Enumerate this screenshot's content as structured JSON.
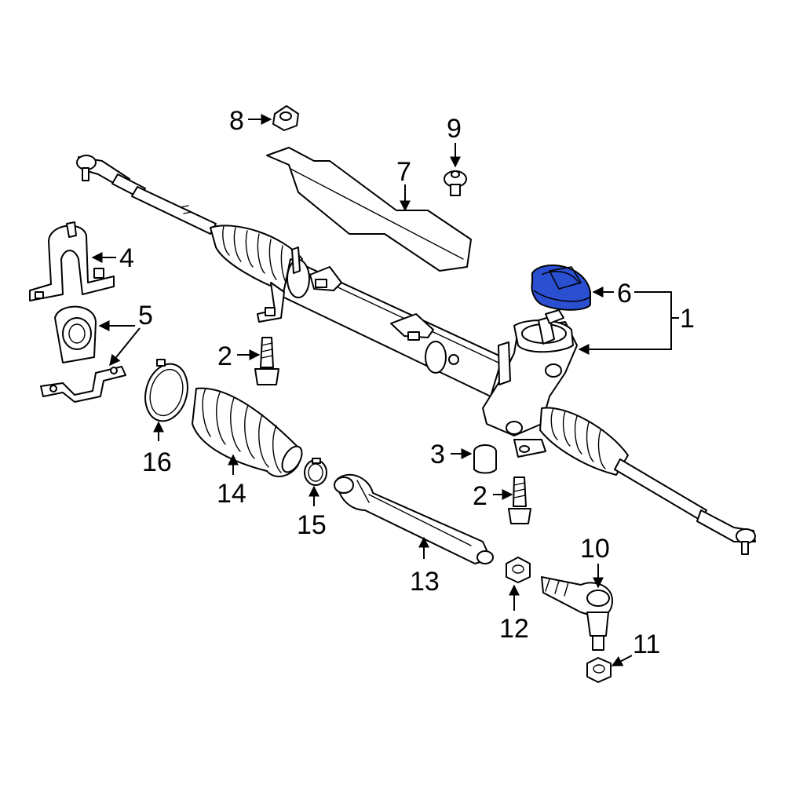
{
  "highlight_color": "#2a4fd0",
  "callouts": {
    "c1": "1",
    "c2a": "2",
    "c2b": "2",
    "c3": "3",
    "c4": "4",
    "c5": "5",
    "c6": "6",
    "c7": "7",
    "c8": "8",
    "c9": "9",
    "c10": "10",
    "c11": "11",
    "c12": "12",
    "c13": "13",
    "c14": "14",
    "c15": "15",
    "c16": "16"
  }
}
